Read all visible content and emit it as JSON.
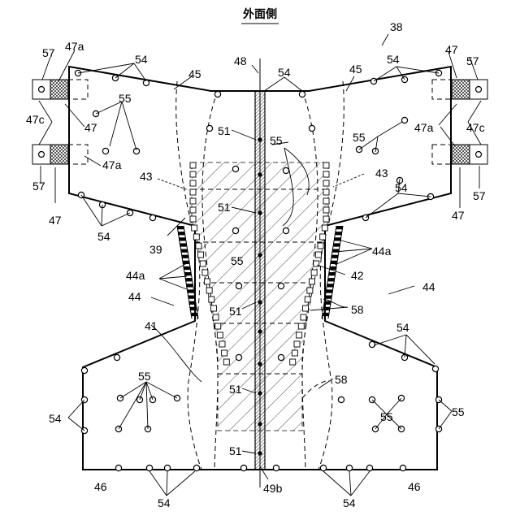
{
  "title": "外面側",
  "labels": {
    "n38": "38",
    "n48": "48",
    "n54": "54",
    "n57": "57",
    "n47": "47",
    "n47a": "47a",
    "n47c": "47c",
    "n45": "45",
    "n55": "55",
    "n51": "51",
    "n43": "43",
    "n39": "39",
    "n44a": "44a",
    "n42": "42",
    "n44": "44",
    "n58": "58",
    "n41": "41",
    "n46": "46",
    "n49b": "49b"
  }
}
